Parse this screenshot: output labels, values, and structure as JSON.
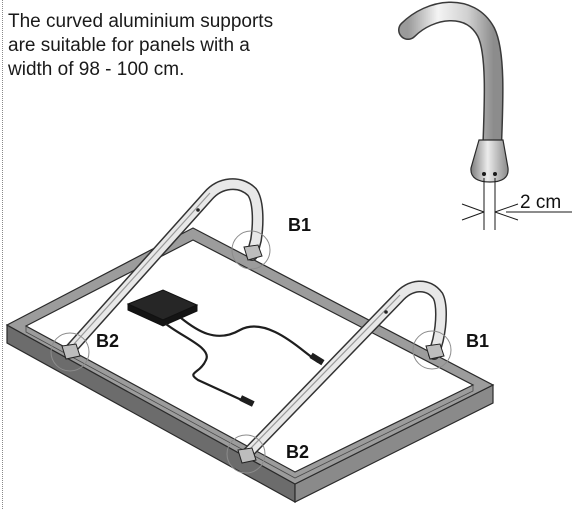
{
  "description": {
    "lines": [
      "The curved aluminium supports",
      "are suitable for panels with a",
      "width of 98 - 100 cm."
    ]
  },
  "callouts": {
    "b1_top": "B1",
    "b1_right": "B1",
    "b2_left": "B2",
    "b2_bottom": "B2"
  },
  "dimension": {
    "label": "2 cm"
  },
  "colors": {
    "frame": "#8f8f8f",
    "frame_dark": "#5e5e5e",
    "panel": "#ffffff",
    "outline": "#2a2a2a",
    "junction_box": "#1f1f1f",
    "support": "#e6e6e6"
  }
}
